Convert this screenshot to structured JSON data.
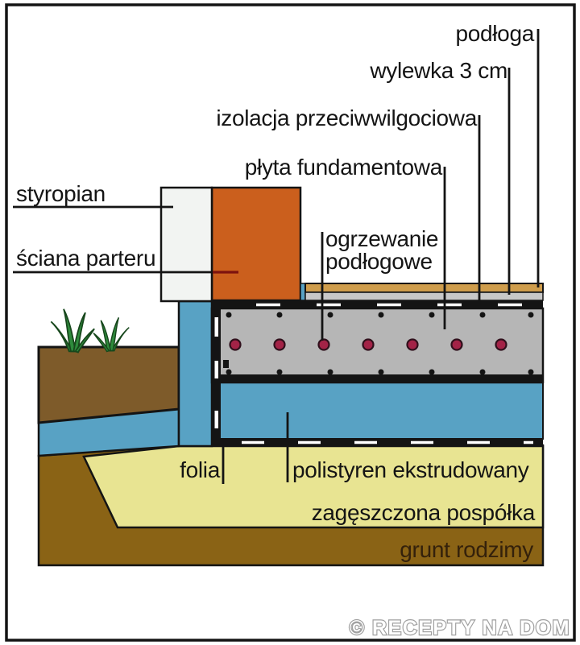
{
  "labels": {
    "podloga": "podłoga",
    "wylewka": "wylewka 3 cm",
    "izolacja": "izolacja przeciwwilgociowa",
    "plyta": "płyta fundamentowa",
    "styropian": "styropian",
    "sciana_parteru": "ściana parteru",
    "ogrzewanie_l1": "ogrzewanie",
    "ogrzewanie_l2": "podłogowe",
    "folia": "folia",
    "polistyren": "polistyren ekstrudowany",
    "pospolka": "zagęszczona pospółka",
    "grunt": "grunt rodzimy"
  },
  "watermark": "© RECEPTY NA DOM",
  "colors": {
    "outline": "#141414",
    "wall_orange": "#cb5f1d",
    "styrofoam_white": "#f2f4f2",
    "insulation_blue": "#58a2c4",
    "slab_gray": "#b6b6b6",
    "screed_gray": "#c8c8c8",
    "floor_tan": "#cf9d4c",
    "sand_yellow": "#e8e492",
    "topsoil_brown": "#7e5b2a",
    "native_soil_brown": "#8a6315",
    "pipe_red": "#a32347",
    "plant_green": "#2e8b3c"
  }
}
